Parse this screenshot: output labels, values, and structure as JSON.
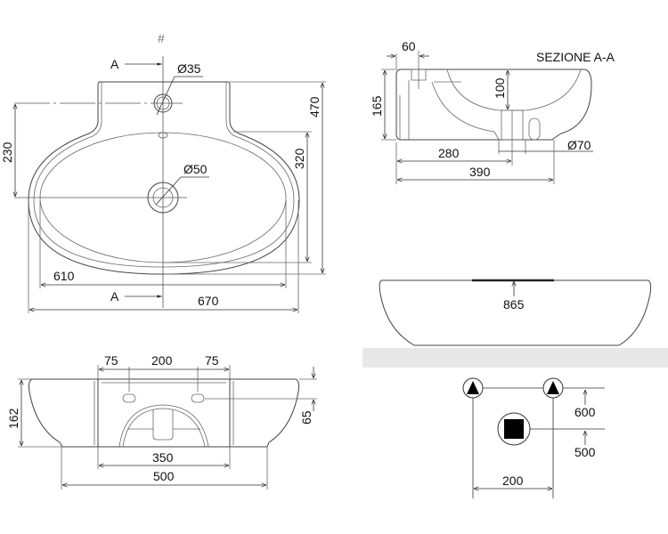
{
  "top_view": {
    "hash_mark": "#",
    "section_marker_top": "A",
    "section_marker_bottom": "A",
    "tap_hole_diameter": "Ø35",
    "drain_diameter": "Ø50",
    "dim_tap_to_drain": "230",
    "dim_depth_total": "470",
    "dim_bowl_depth": "320",
    "dim_bowl_width": "610",
    "dim_total_width": "670"
  },
  "section_view": {
    "title": "SEZIONE A-A",
    "dim_back_plate": "60",
    "dim_height": "165",
    "dim_bowl_depth": "100",
    "dim_drain_position": "280",
    "drain_diameter": "Ø70",
    "dim_total_depth": "390"
  },
  "front_view": {
    "dim_counter_height": "865"
  },
  "back_view": {
    "dim_left": "75",
    "dim_center": "200",
    "dim_right": "75",
    "dim_height": "162",
    "dim_hole_height": "65",
    "dim_plate_width": "350",
    "dim_base_width": "500"
  },
  "plumbing": {
    "dim_supply_height": "600",
    "dim_waste_height": "500",
    "dim_supply_spacing": "200"
  }
}
